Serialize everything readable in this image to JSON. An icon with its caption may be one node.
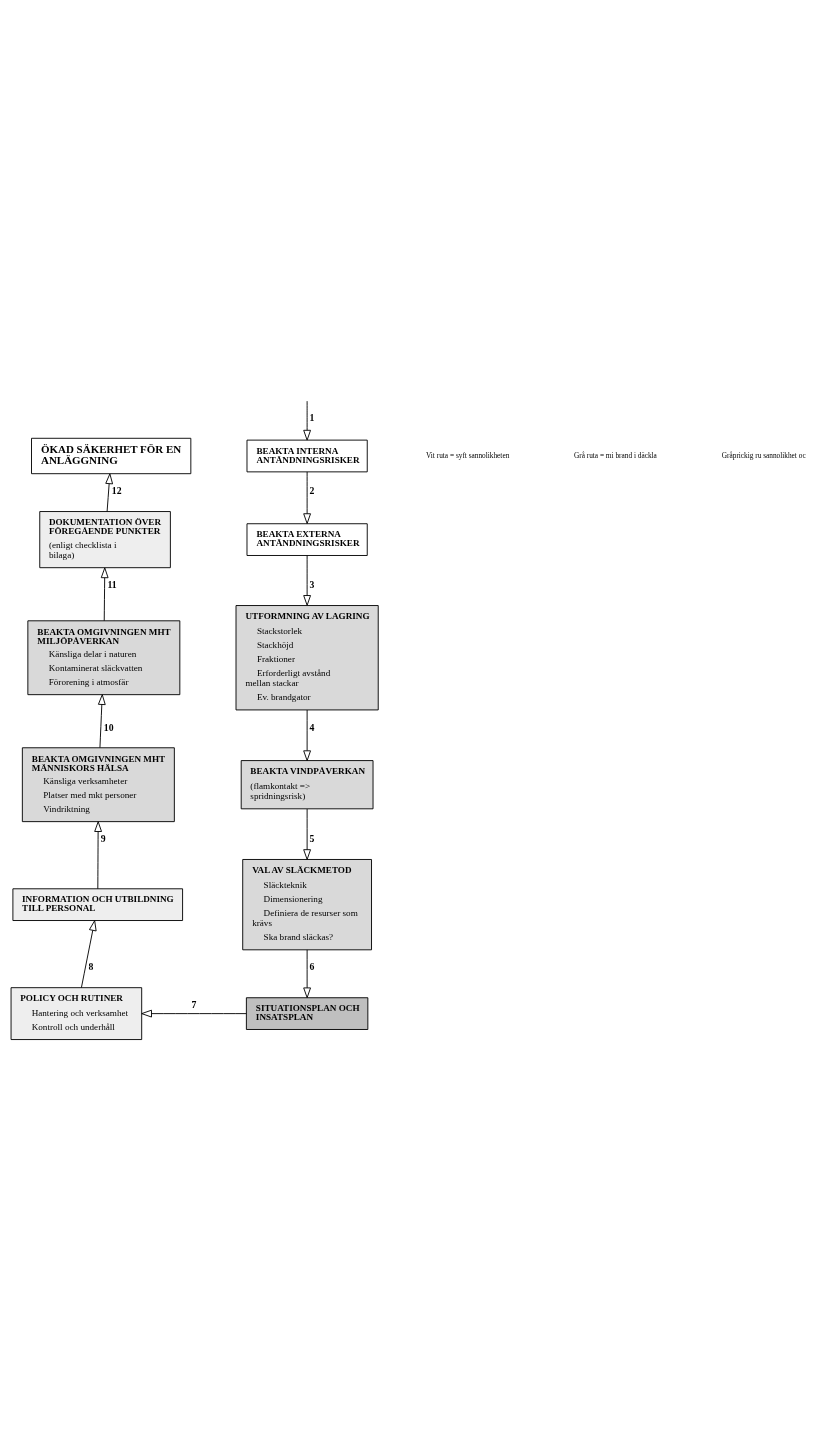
{
  "diagram": {
    "nodes": [
      {
        "text": [
          "ÖKAD SÄKERHET FÖR EN ANLÄGGNING"
        ]
      },
      {
        "text": [
          "BEAKTA INTERNA ANTÄNDNINGSRISKER"
        ]
      },
      {
        "text": [
          "BEAKTA EXTERNA ANTÄNDNINGSRISKER"
        ]
      },
      {
        "text": [
          "UTFORMNING AV LAGRING",
          "Stackstorlek",
          "Stackhöjd",
          "Fraktioner",
          "Erforderligt avstånd mellan stackar",
          "Ev. brandgator"
        ]
      },
      {
        "text": [
          "BEAKTA VINDPÅVERKAN",
          "(flamkontakt => spridningsrisk)"
        ]
      },
      {
        "text": [
          "VAL AV SLÄCKMETOD",
          "Släckteknik",
          "Dimensionering",
          "Definiera de resurser som krävs",
          "Ska brand släckas?"
        ]
      },
      {
        "text": [
          "SITUATIONSPLAN OCH INSATSPLAN"
        ]
      },
      {
        "text": [
          "POLICY OCH RUTINER",
          "Hantering och verksamhet",
          "Kontroll och underhåll"
        ]
      },
      {
        "text": [
          "INFORMATION OCH UTBILDNING TILL PERSONAL"
        ]
      },
      {
        "text": [
          "BEAKTA OMGIVNINGEN MHT MÄNNISKORS HÄLSA",
          "Känsliga verksamheter",
          "Platser med mkt personer",
          "Vindriktning"
        ]
      },
      {
        "text": [
          "BEAKTA OMGIVNINGEN MHT MILJÖPÅVERKAN",
          "Känsliga delar i naturen",
          "Kontaminerat släckvatten",
          "Förorening i atmosfär"
        ]
      },
      {
        "text": [
          "DOKUMENTATION ÖVER FÖREGÅENDE PUNKTER",
          "(enligt checklista i bilaga)"
        ]
      }
    ],
    "edges": [
      {
        "from": null,
        "to": 1,
        "arrow": "to",
        "label": "1"
      },
      {
        "from": 1,
        "to": 2,
        "arrow": "to",
        "label": "2"
      },
      {
        "from": 2,
        "to": 3,
        "arrow": "to",
        "label": "3"
      },
      {
        "from": 3,
        "to": 4,
        "arrow": "to",
        "label": "4"
      },
      {
        "from": 4,
        "to": 5,
        "arrow": "to",
        "label": "5"
      },
      {
        "from": 5,
        "to": 6,
        "arrow": "to",
        "label": "6"
      },
      {
        "from": 6,
        "to": 7,
        "arrow": "to",
        "label": "7"
      },
      {
        "from": 7,
        "to": 8,
        "arrow": "to",
        "label": "8"
      },
      {
        "from": 8,
        "to": 9,
        "arrow": "to",
        "label": "9"
      },
      {
        "from": 9,
        "to": 10,
        "arrow": "to",
        "label": "10"
      },
      {
        "from": 10,
        "to": 11,
        "arrow": "to",
        "label": "11"
      },
      {
        "from": 11,
        "to": 0,
        "arrow": "to",
        "label": "12"
      }
    ],
    "labels": [
      "Vit ruta = syft sannolikheten",
      "Grå ruta = mi brand i däckla",
      "Gråprickig ru sannolikhet oc"
    ]
  }
}
